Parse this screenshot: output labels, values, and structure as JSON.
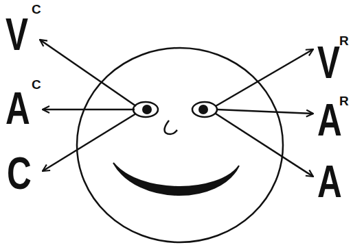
{
  "diagram": {
    "labels": [
      "V",
      "C",
      "A",
      "C",
      "C",
      "V",
      "R",
      "A",
      "R",
      "A"
    ]
  }
}
